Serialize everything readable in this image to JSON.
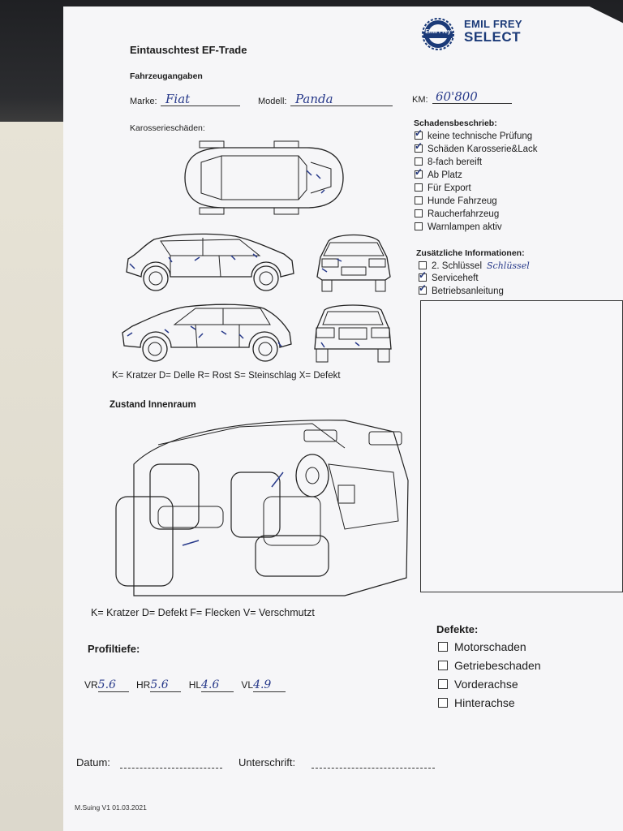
{
  "title": "Eintauschtest EF-Trade",
  "logo": {
    "brand_top": "Emil Frey",
    "brand_main_1": "EMIL FREY",
    "brand_main_2": "SELECT"
  },
  "vehicle": {
    "section": "Fahrzeugangaben",
    "make_label": "Marke:",
    "make_value": "Fiat",
    "model_label": "Modell:",
    "model_value": "Panda",
    "km_label": "KM:",
    "km_value": "60'800"
  },
  "body_damage": {
    "label": "Karosserieschäden:",
    "legend": "K= Kratzer D= Delle R= Rost S= Steinschlag X= Defekt"
  },
  "damage_description": {
    "title": "Schadensbeschrieb:",
    "items": [
      {
        "label": "keine technische Prüfung",
        "checked": true
      },
      {
        "label": "Schäden Karosserie&Lack",
        "checked": true
      },
      {
        "label": "8-fach bereift",
        "checked": false
      },
      {
        "label": "Ab Platz",
        "checked": true
      },
      {
        "label": "Für Export",
        "checked": false
      },
      {
        "label": "Hunde Fahrzeug",
        "checked": false
      },
      {
        "label": "Raucherfahrzeug",
        "checked": false
      },
      {
        "label": "Warnlampen aktiv",
        "checked": false
      }
    ]
  },
  "additional_info": {
    "title": "Zusätzliche Informationen:",
    "items": [
      {
        "label": "2. Schlüssel",
        "checked": false,
        "note": "Schlüssel"
      },
      {
        "label": "Serviceheft",
        "checked": true,
        "note": ""
      },
      {
        "label": "Betriebsanleitung",
        "checked": true,
        "note": ""
      }
    ]
  },
  "interior": {
    "title": "Zustand Innenraum",
    "legend": "K= Kratzer D= Defekt F= Flecken V= Verschmutzt"
  },
  "defects": {
    "title": "Defekte:",
    "items": [
      {
        "label": "Motorschaden",
        "checked": false
      },
      {
        "label": "Getriebeschaden",
        "checked": false
      },
      {
        "label": "Vorderachse",
        "checked": false
      },
      {
        "label": "Hinterachse",
        "checked": false
      }
    ]
  },
  "tread": {
    "title": "Profiltiefe:",
    "vr_label": "VR",
    "vr_value": "5.6",
    "hr_label": "HR",
    "hr_value": "5.6",
    "hl_label": "HL",
    "hl_value": "4.6",
    "vl_label": "VL",
    "vl_value": "4.9"
  },
  "signature": {
    "date_label": "Datum:",
    "signature_label": "Unterschrift:"
  },
  "footer": "M.Suing V1 01.03.2021"
}
